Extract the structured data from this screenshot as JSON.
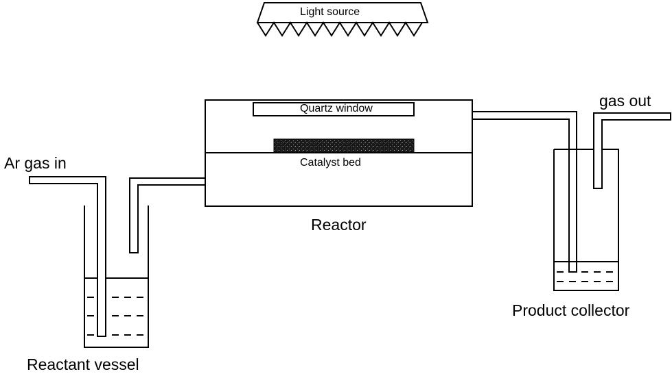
{
  "labels": {
    "light_source": "Light source",
    "quartz_window": "Quartz window",
    "catalyst_bed": "Catalyst bed",
    "reactor": "Reactor",
    "ar_gas_in": "Ar gas in",
    "gas_out": "gas out",
    "reactant_vessel": "Reactant vessel",
    "product_collector": "Product collector"
  },
  "colors": {
    "stroke": "#000000",
    "background": "#ffffff",
    "catalyst_fill": "#222222"
  }
}
